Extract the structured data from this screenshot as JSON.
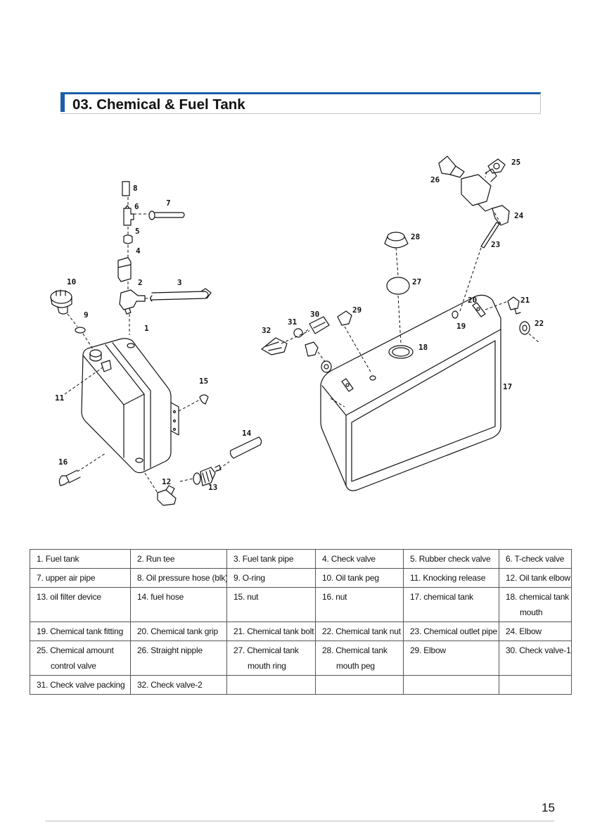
{
  "section": {
    "title": "03. Chemical & Fuel Tank"
  },
  "callouts": [
    "1",
    "2",
    "3",
    "4",
    "5",
    "6",
    "7",
    "8",
    "9",
    "10",
    "11",
    "12",
    "13",
    "14",
    "15",
    "16",
    "17",
    "18",
    "19",
    "20",
    "21",
    "22",
    "23",
    "24",
    "25",
    "26",
    "27",
    "28",
    "29",
    "30",
    "31",
    "32"
  ],
  "parts": [
    [
      "1. Fuel tank",
      "2. Run tee",
      "3. Fuel tank pipe",
      "4. Check valve",
      "5. Rubber check valve",
      "6. T-check valve"
    ],
    [
      "7. upper air pipe",
      "8. Oil pressure hose (blk)",
      "9. O-ring",
      "10. Oil tank peg",
      "11. Knocking release",
      "12. Oil tank elbow"
    ],
    [
      "13. oil filter device",
      "14. fuel hose",
      "15. nut",
      "16. nut",
      "17. chemical tank",
      "18. chemical tank|mouth"
    ],
    [
      "19. Chemical tank fitting",
      "20. Chemical tank grip",
      "21. Chemical tank bolt",
      "22. Chemical tank nut",
      "23. Chemical outlet pipe",
      "24. Elbow"
    ],
    [
      "25. Chemical amount|control valve",
      "26. Straight nipple",
      "27. Chemical tank|mouth ring",
      "28. Chemical tank|mouth peg",
      "29. Elbow",
      "30. Check valve-1"
    ],
    [
      "31. Check valve packing",
      "32. Check valve-2",
      "",
      "",
      "",
      ""
    ]
  ],
  "page_number": "15"
}
